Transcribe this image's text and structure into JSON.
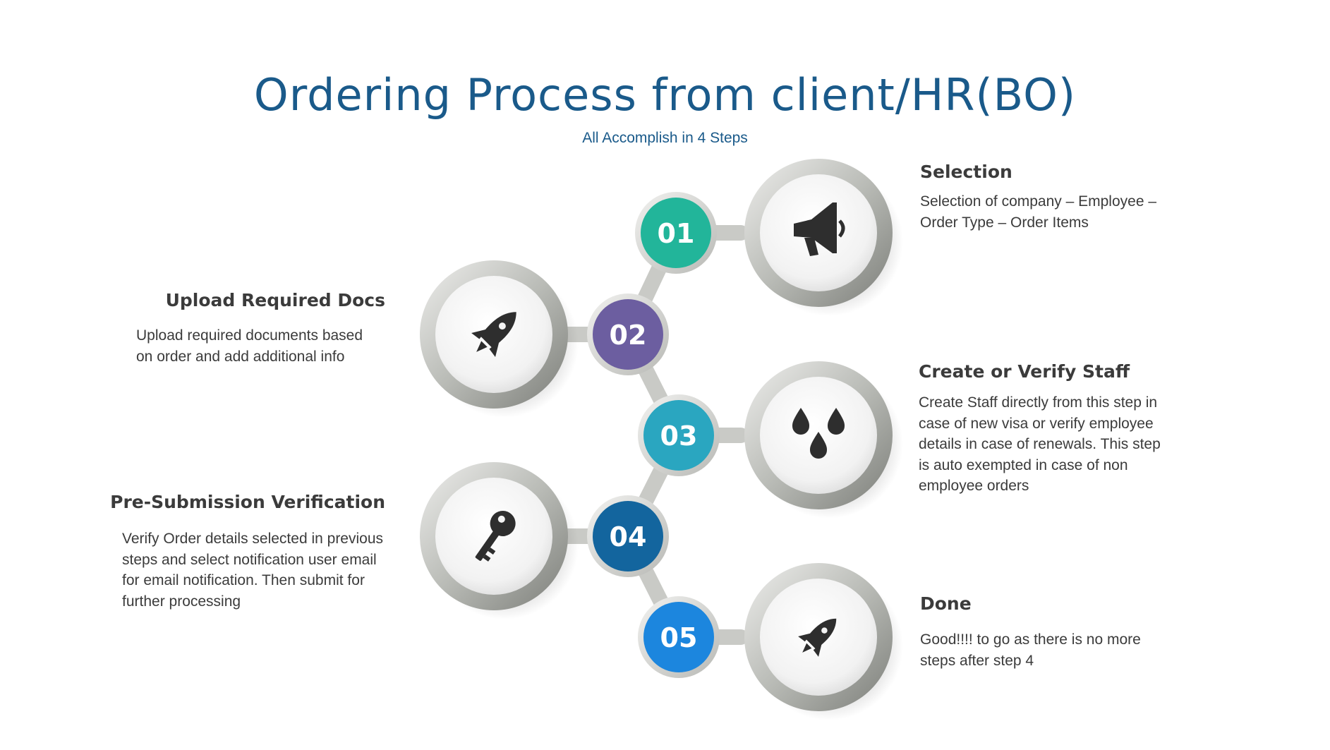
{
  "header": {
    "title": "Ordering Process from client/HR(BO)",
    "subtitle": "All Accomplish in 4 Steps"
  },
  "steps": [
    {
      "number": "01",
      "title": "Selection",
      "description": "Selection of company – Employee –\nOrder Type – Order Items",
      "icon": "megaphone-icon",
      "color": "#22b59a"
    },
    {
      "number": "02",
      "title": "Upload Required Docs",
      "description": "Upload required documents based\non order and add additional info",
      "icon": "rocket-icon",
      "color": "#6c5ea0"
    },
    {
      "number": "03",
      "title": "Create or Verify Staff",
      "description": "Create Staff directly from this step in\ncase of new visa or verify employee\ndetails in case of renewals. This step\nis auto exempted in case of non\nemployee orders",
      "icon": "drops-icon",
      "color": "#2aa6c0"
    },
    {
      "number": "04",
      "title": "Pre-Submission Verification",
      "description": "Verify Order details selected in previous\nsteps and select notification user email\nfor email notification. Then submit for\nfurther processing",
      "icon": "key-icon",
      "color": "#13659e"
    },
    {
      "number": "05",
      "title": "Done",
      "description": "Good!!!! to go as there is no more\nsteps after step 4",
      "icon": "rocket-icon",
      "color": "#1c86de"
    }
  ]
}
